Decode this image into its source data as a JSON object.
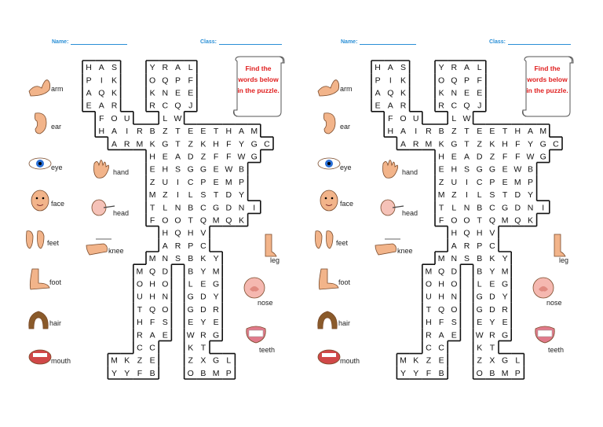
{
  "worksheet": {
    "name_label": "Name:",
    "class_label": "Class:",
    "instruction": "Find the words below in the puzzle.",
    "words": [
      "arm",
      "ear",
      "eye",
      "hand",
      "face",
      "head",
      "feet",
      "knee",
      "leg",
      "foot",
      "nose",
      "hair",
      "teeth",
      "mouth"
    ],
    "icons": {
      "arm": "flexed-arm-icon",
      "ear": "ear-icon",
      "eye": "eye-icon",
      "hand": "hand-icon",
      "face": "face-icon",
      "head": "head-icon",
      "feet": "feet-icon",
      "knee": "knee-icon",
      "leg": "leg-icon",
      "foot": "foot-icon",
      "nose": "nose-icon",
      "hair": "hair-icon",
      "teeth": "teeth-icon",
      "mouth": "mouth-icon"
    },
    "colors": {
      "label_blue": "#2a8fd6",
      "instruction_red": "#e02020",
      "skin": "#f2b48a"
    },
    "grid_rows": [
      "HAS  YRAL",
      "PIK  OQPF",
      "AQK  KNEE",
      "EAR  RCQJ",
      " FOU  LW",
      " HAIRBZTEETHAM",
      "  ARMKGTZKHFYGC",
      "     HEADZFFWG",
      "     EHSGGEWB",
      "     ZUICPEMP",
      "     MZILSTDY",
      "     TLNBCGDNI",
      "     FOOTQMQK",
      "      HQHV",
      "      ARPC",
      "     MNSBKY",
      "    MQD BYM",
      "    OHO LEG",
      "    UHN GDY",
      "    TQO GDR",
      "    HFS EYE",
      "    RAE WRG",
      "    CC  KT",
      "  MKZE  ZXGL",
      "  YYFB  OBMP"
    ]
  }
}
